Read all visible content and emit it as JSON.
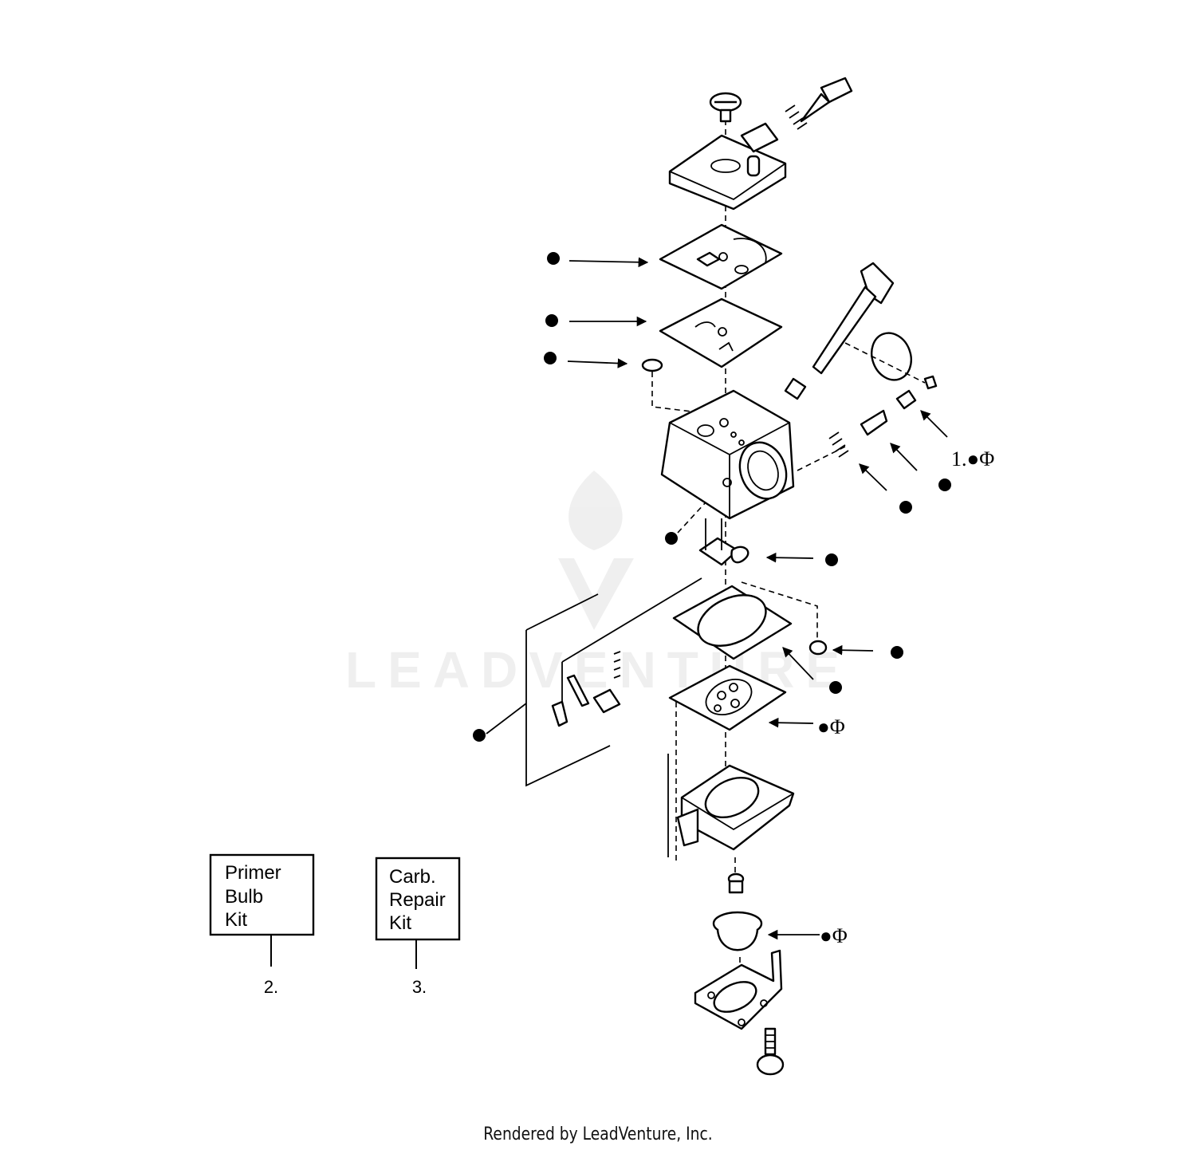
{
  "kits": [
    {
      "lines": [
        "Primer",
        "Bulb",
        "Kit"
      ],
      "ref": "2."
    },
    {
      "lines": [
        "Carb.",
        "Repair",
        "Kit"
      ],
      "ref": "3."
    }
  ],
  "callouts": {
    "idle_needle_set": "1.●Φ",
    "metering_diaphragm": "●Φ",
    "primer_bulb": "●Φ"
  },
  "watermark": {
    "text": "LEADVENTURE"
  },
  "footer": {
    "text": "Rendered by LeadVenture, Inc."
  }
}
